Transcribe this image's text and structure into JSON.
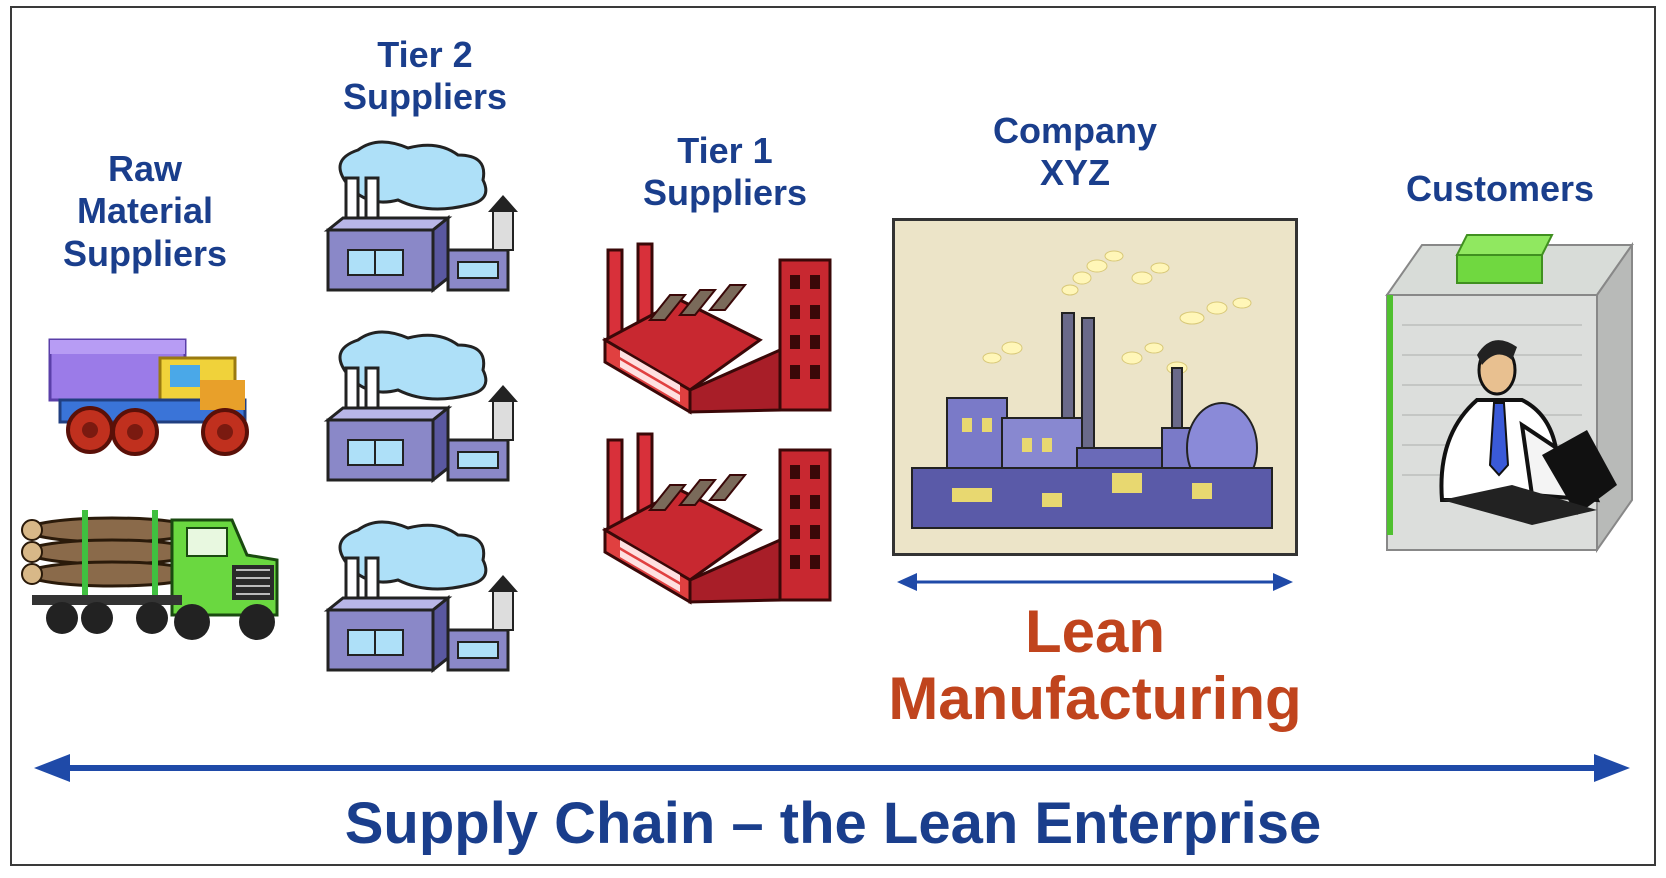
{
  "groups": {
    "raw_material": {
      "lines": [
        "Raw",
        "Material",
        "Suppliers"
      ]
    },
    "tier2": {
      "lines": [
        "Tier 2",
        "Suppliers"
      ]
    },
    "tier1": {
      "lines": [
        "Tier 1",
        "Suppliers"
      ]
    },
    "company": {
      "lines": [
        "Company",
        "XYZ"
      ]
    },
    "customers": {
      "lines": [
        "Customers"
      ]
    }
  },
  "lean_manufacturing": {
    "lines": [
      "Lean",
      "Manufacturing"
    ]
  },
  "supply_chain": {
    "label": "Supply Chain –  the Lean Enterprise"
  },
  "icons": {
    "raw_material": [
      "toy-truck-icon",
      "log-truck-icon"
    ],
    "tier2": [
      "factory-icon",
      "factory-icon",
      "factory-icon"
    ],
    "tier1": [
      "red-factory-icon",
      "red-factory-icon"
    ],
    "company": "industrial-plant-icon",
    "customers": "customer-at-computer-icon"
  },
  "colors": {
    "label_blue": "#1a3e8c",
    "lean_orange": "#c0441d",
    "arrow_blue": "#1f4aa8"
  }
}
